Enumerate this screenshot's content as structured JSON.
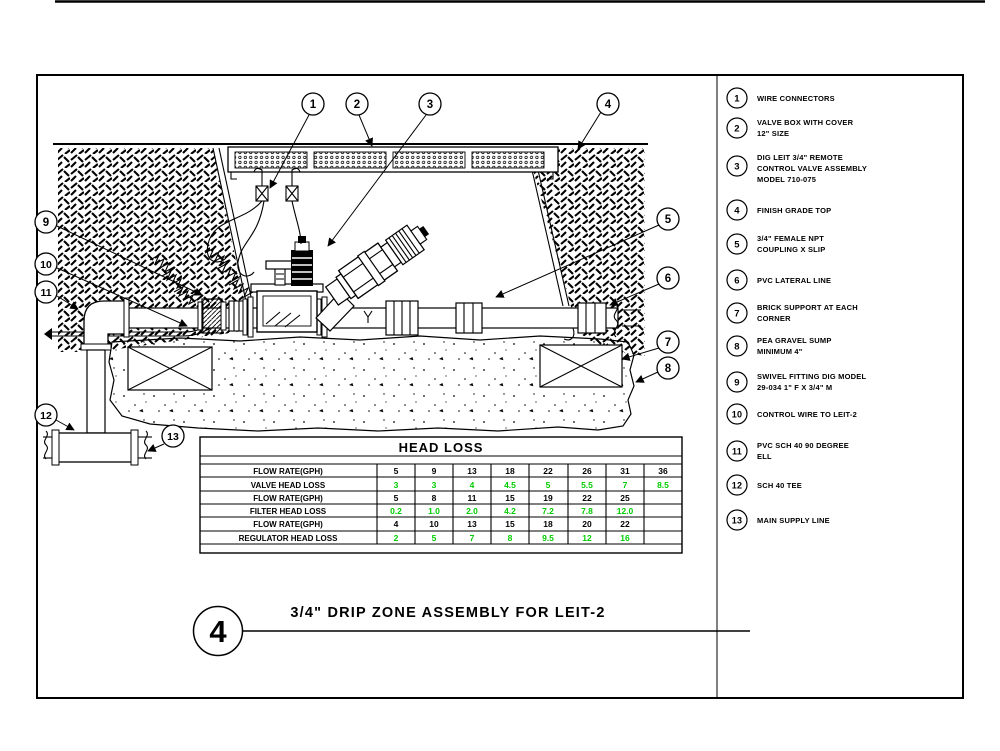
{
  "colors": {
    "line": "#000000",
    "value_green": "#00cc00",
    "background": "#ffffff"
  },
  "detail": {
    "number": "4",
    "title": "3/4\" DRIP ZONE ASSEMBLY FOR LEIT-2"
  },
  "callouts": [
    "1",
    "2",
    "3",
    "4",
    "5",
    "6",
    "7",
    "8",
    "9",
    "10",
    "11",
    "12",
    "13"
  ],
  "legend": {
    "items": [
      {
        "num": "1",
        "lines": [
          "WIRE CONNECTORS"
        ]
      },
      {
        "num": "2",
        "lines": [
          "VALVE BOX WITH COVER",
          "12\" SIZE"
        ]
      },
      {
        "num": "3",
        "lines": [
          "DIG LEIT 3/4\" REMOTE",
          "CONTROL VALVE ASSEMBLY",
          "MODEL 710-075"
        ]
      },
      {
        "num": "4",
        "lines": [
          "FINISH GRADE TOP"
        ]
      },
      {
        "num": "5",
        "lines": [
          "3/4\" FEMALE NPT",
          "COUPLING X SLIP"
        ]
      },
      {
        "num": "6",
        "lines": [
          "PVC LATERAL LINE"
        ]
      },
      {
        "num": "7",
        "lines": [
          "BRICK SUPPORT AT EACH",
          "CORNER"
        ]
      },
      {
        "num": "8",
        "lines": [
          "PEA GRAVEL SUMP",
          "MINIMUM 4\""
        ]
      },
      {
        "num": "9",
        "lines": [
          "SWIVEL FITTING DIG MODEL",
          "29-034 1\" F X 3/4\" M"
        ]
      },
      {
        "num": "10",
        "lines": [
          "CONTROL WIRE TO LEIT-2"
        ]
      },
      {
        "num": "11",
        "lines": [
          "PVC SCH 40 90 DEGREE",
          "ELL"
        ]
      },
      {
        "num": "12",
        "lines": [
          "SCH 40 TEE"
        ]
      },
      {
        "num": "13",
        "lines": [
          "MAIN SUPPLY LINE"
        ]
      }
    ]
  },
  "table": {
    "title": "HEAD LOSS",
    "rows": [
      {
        "label": "FLOW RATE(GPH)",
        "green": false,
        "values": [
          "5",
          "9",
          "13",
          "18",
          "22",
          "26",
          "31",
          "36"
        ]
      },
      {
        "label": "VALVE HEAD LOSS",
        "green": true,
        "values": [
          "3",
          "3",
          "4",
          "4.5",
          "5",
          "5.5",
          "7",
          "8.5"
        ]
      },
      {
        "label": "FLOW RATE(GPH)",
        "green": false,
        "values": [
          "5",
          "8",
          "11",
          "15",
          "19",
          "22",
          "25",
          ""
        ]
      },
      {
        "label": "FILTER HEAD LOSS",
        "green": true,
        "values": [
          "0.2",
          "1.0",
          "2.0",
          "4.2",
          "7.2",
          "7.8",
          "12.0",
          ""
        ]
      },
      {
        "label": "FLOW RATE(GPH)",
        "green": false,
        "values": [
          "4",
          "10",
          "13",
          "15",
          "18",
          "20",
          "22",
          ""
        ]
      },
      {
        "label": "REGULATOR HEAD LOSS",
        "green": true,
        "values": [
          "2",
          "5",
          "7",
          "8",
          "9.5",
          "12",
          "16",
          ""
        ]
      }
    ]
  }
}
